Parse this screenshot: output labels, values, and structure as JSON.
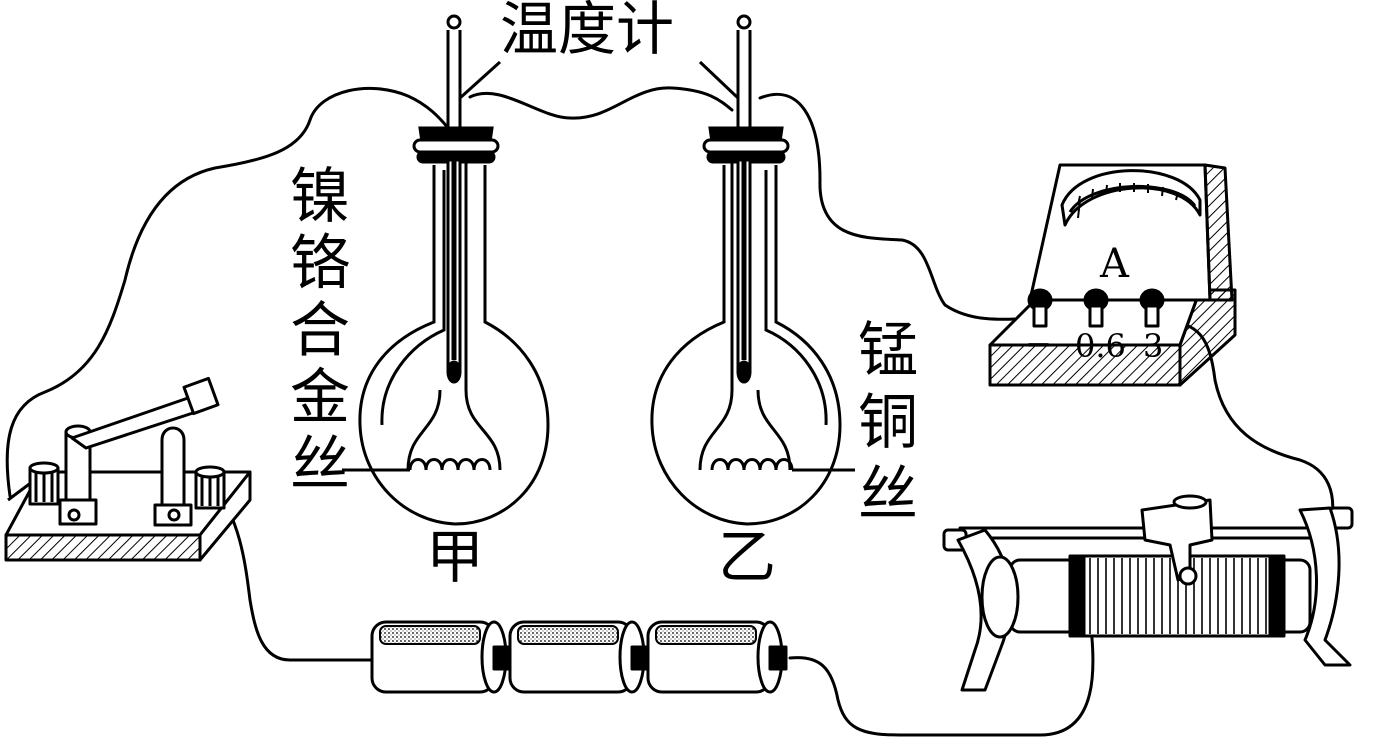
{
  "labels": {
    "thermometer": "温度计",
    "wire_left": [
      "镍",
      "铬",
      "合",
      "金",
      "丝"
    ],
    "wire_right": [
      "锰",
      "铜",
      "丝"
    ],
    "flask_left": "甲",
    "flask_right": "乙"
  },
  "ammeter": {
    "symbol": "A",
    "terminals": [
      "−",
      "0.6",
      "3"
    ]
  },
  "icons": [
    "knife-switch-icon",
    "flask-icon",
    "thermometer-icon",
    "heating-coil-icon",
    "ammeter-icon",
    "battery-icon",
    "rheostat-icon"
  ]
}
